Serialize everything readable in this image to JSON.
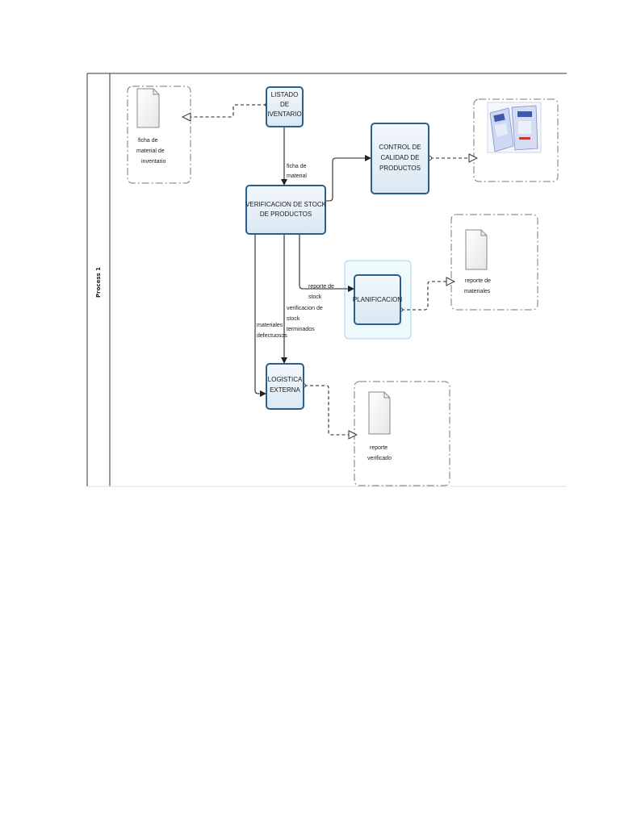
{
  "pool": {
    "label": "Process 1"
  },
  "tasks": {
    "listado": [
      "LISTADO",
      "DE",
      "IVENTARIO"
    ],
    "verificacion": [
      "VERIFICACION DE STOCK",
      "DE PRODUCTOS"
    ],
    "control": [
      "CONTROL DE",
      "CALIDAD DE",
      "PRODUCTOS"
    ],
    "planificacion": [
      "PLANIFICACION"
    ],
    "logistica": [
      "LOGISTICA",
      "EXTERNA"
    ]
  },
  "documents": {
    "ficha_inventario": [
      "ficha de",
      "material de",
      "inventario"
    ],
    "reporte_materiales": [
      "reporte de",
      "materiales"
    ],
    "reporte_verificado": [
      "reporte",
      "verificado"
    ]
  },
  "flows": {
    "ficha": [
      "ficha de",
      "material"
    ],
    "reporte_stock": [
      "reporte de",
      "stock"
    ],
    "verificacion_stock": [
      "verificacion de",
      "stock",
      "terminados"
    ],
    "materiales": [
      "materiales",
      "defectuosos"
    ]
  }
}
